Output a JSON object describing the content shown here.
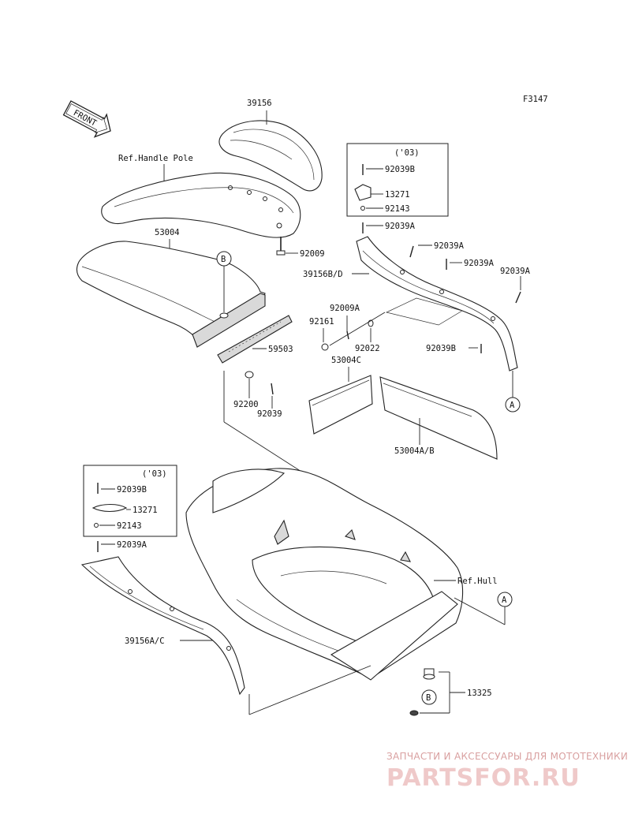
{
  "figure_code": "F3147",
  "front_arrow": "FRONT",
  "ref_labels": {
    "handle_pole": "Ref.Handle Pole",
    "hull": "Ref.Hull"
  },
  "boxes": {
    "box1": {
      "year": "('03)",
      "items": [
        "92039B",
        "13271",
        "92143"
      ]
    },
    "box2": {
      "year": "('03)",
      "items": [
        "92039B",
        "13271",
        "92143"
      ]
    }
  },
  "parts": {
    "p39156": "39156",
    "p92009": "92009",
    "p53004": "53004",
    "p59503": "59503",
    "p92200": "92200",
    "p92039": "92039",
    "p92039A_top": "92039A",
    "p92039A_a": "92039A",
    "p92039A_b": "92039A",
    "p92039A_c": "92039A",
    "p39156BD": "39156B/D",
    "p92009A": "92009A",
    "p92161": "92161",
    "p92022": "92022",
    "p92039B": "92039B",
    "p53004C": "53004C",
    "p53004AB": "53004A/B",
    "p92039A_left": "92039A",
    "p39156AC": "39156A/C",
    "p13325": "13325"
  },
  "callouts": {
    "A": "A",
    "B": "B"
  },
  "watermark": {
    "line1": "ЗАПЧАСТИ И АКСЕССУАРЫ ДЛЯ МОТОТЕХНИКИ",
    "line2": "PARTSFOR.RU"
  }
}
